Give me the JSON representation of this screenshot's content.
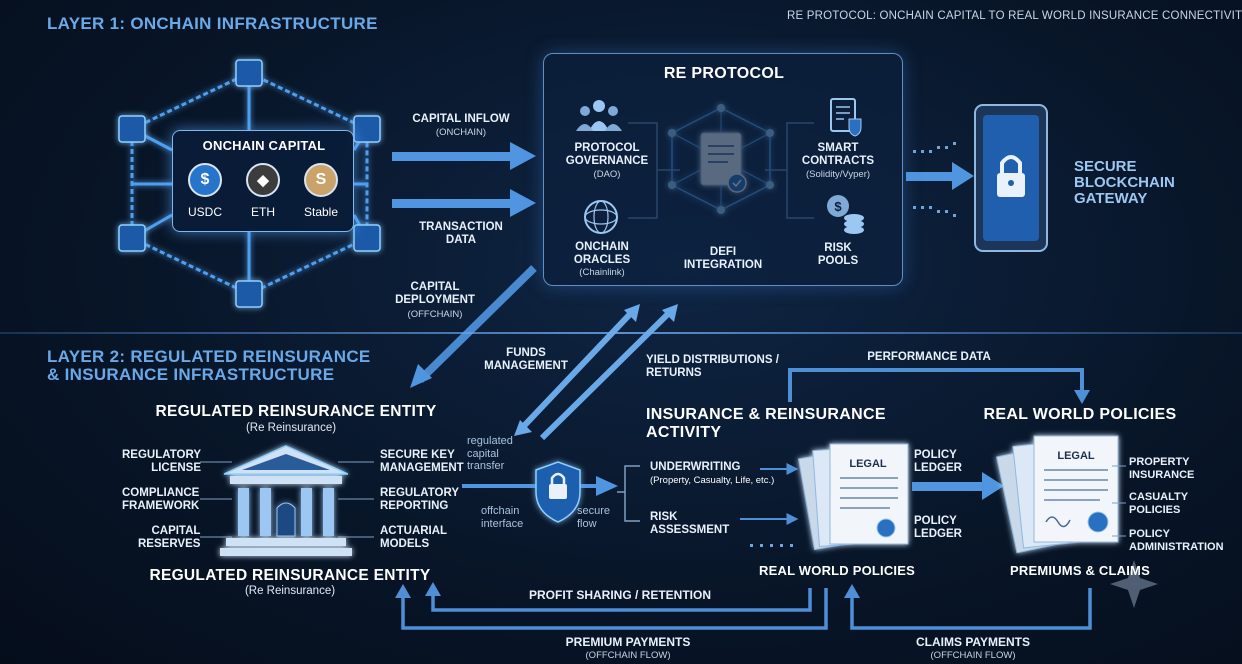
{
  "header_top_right": "RE PROTOCOL: ONCHAIN CAPITAL TO REAL WORLD INSURANCE CONNECTIVITY",
  "layer1": {
    "title": "LAYER 1: ONCHAIN INFRASTRUCTURE",
    "capital": {
      "title": "ONCHAIN CAPITAL",
      "tokens": [
        {
          "label": "USDC",
          "icon": "usdc-coin-icon",
          "color": "#2775ca"
        },
        {
          "label": "ETH",
          "icon": "eth-coin-icon",
          "color": "#3c3c3d"
        },
        {
          "label": "Stable",
          "icon": "stable-coin-icon",
          "color": "#c9a36a"
        }
      ]
    },
    "flows": {
      "capital_inflow": "CAPITAL INFLOW",
      "capital_inflow_sub": "(ONCHAIN)",
      "transaction_data": "TRANSACTION\nDATA"
    },
    "protocol": {
      "title": "RE PROTOCOL",
      "governance": {
        "label": "PROTOCOL\nGOVERNANCE",
        "sub": "(DAO)"
      },
      "oracles": {
        "label": "ONCHAIN\nORACLES",
        "sub": "(Chainlink)"
      },
      "defi": {
        "label": "DEFI\nINTEGRATION"
      },
      "contracts": {
        "label": "SMART\nCONTRACTS",
        "sub": "(Solidity/Vyper)"
      },
      "pools": {
        "label": "RISK\nPOOLS"
      }
    },
    "gateway": "SECURE\nBLOCKCHAIN\nGATEWAY"
  },
  "middle_flows": {
    "capital_deployment": "CAPITAL\nDEPLOYMENT",
    "capital_deployment_sub": "(OFFCHAIN)",
    "funds_management": "FUNDS\nMANAGEMENT",
    "yield": "YIELD DISTRIBUTIONS /\nRETURNS",
    "performance_data": "PERFORMANCE DATA"
  },
  "layer2": {
    "title": "LAYER 2: REGULATED REINSURANCE\n& INSURANCE INFRASTRUCTURE",
    "entity": {
      "title": "REGULATED REINSURANCE ENTITY",
      "sub": "(Re Reinsurance)",
      "left_items": [
        "REGULATORY\nLICENSE",
        "COMPLIANCE\nFRAMEWORK",
        "CAPITAL\nRESERVES"
      ],
      "right_items": [
        "SECURE KEY\nMANAGEMENT",
        "REGULATORY\nREPORTING",
        "ACTUARIAL\nMODELS"
      ],
      "bottom_title": "REGULATED REINSURANCE ENTITY",
      "bottom_sub": "(Re Reinsurance)"
    },
    "transfer": {
      "regulated": "regulated\ncapital\ntransfer",
      "offchain": "offchain\ninterface",
      "secure": "secure\nflow"
    },
    "activity": {
      "title": "INSURANCE & REINSURANCE\nACTIVITY",
      "underwriting": "UNDERWRITING",
      "underwriting_sub": "(Property, Casualty, Life, etc.)",
      "risk": "RISK\nASSESSMENT"
    },
    "doc_left": {
      "stamp": "LEGAL",
      "caption": "REAL WORLD POLICIES"
    },
    "ledger_top": "POLICY\nLEDGER",
    "ledger_bottom": "POLICY\nLEDGER",
    "policies": {
      "title": "REAL WORLD POLICIES",
      "stamp": "LEGAL",
      "items": [
        "PROPERTY\nINSURANCE",
        "CASUALTY\nPOLICIES",
        "POLICY\nADMINISTRATION"
      ],
      "caption": "PREMIUMS & CLAIMS"
    },
    "bottom_flows": {
      "profit": "PROFIT SHARING / RETENTION",
      "premium": "PREMIUM PAYMENTS",
      "premium_sub": "(OFFCHAIN FLOW)",
      "claims": "CLAIMS PAYMENTS",
      "claims_sub": "(OFFCHAIN FLOW)"
    }
  },
  "colors": {
    "accent": "#4f95e0",
    "glow": "#7fc0ff",
    "text": "#ffffff",
    "header": "#6aa9e8"
  }
}
